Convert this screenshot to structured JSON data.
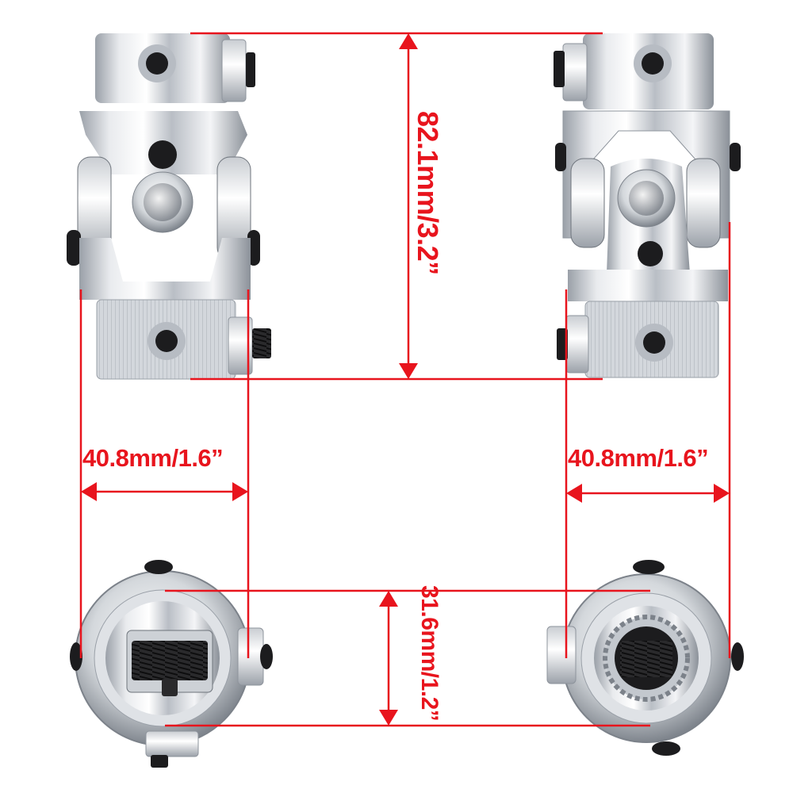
{
  "dimensions": {
    "height": "82.1mm/3.2”",
    "width_left": "40.8mm/1.6”",
    "width_right": "40.8mm/1.6”",
    "diameter": "31.6mm/1.2”"
  },
  "colors": {
    "dimension": "#e8141d",
    "chrome_light": "#f2f3f5",
    "chrome_dark": "#8e949c",
    "bolt": "#1c1c1e"
  }
}
